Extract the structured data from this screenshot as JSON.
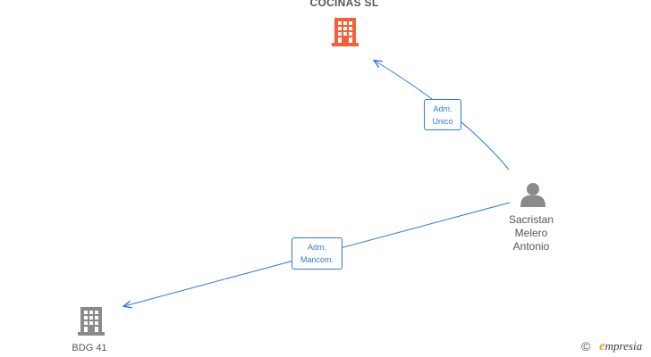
{
  "nodes": {
    "company_top": {
      "name": "COCINAS  SL",
      "icon": "building-icon",
      "color": "#f2613a"
    },
    "person": {
      "name_lines": [
        "Sacristan",
        "Melero",
        "Antonio"
      ],
      "icon": "person-icon",
      "color": "#8a8a8a"
    },
    "company_bottom": {
      "name": "BDG 41",
      "icon": "building-icon",
      "color": "#8a8a8a"
    }
  },
  "edges": [
    {
      "from": "person",
      "to": "company_top",
      "label_lines": [
        "Adm.",
        "Unico"
      ]
    },
    {
      "from": "person",
      "to": "company_bottom",
      "label_lines": [
        "Adm.",
        "Mancom."
      ]
    }
  ],
  "edge_color": "#2f7ad6",
  "footer": {
    "copyright": "©",
    "brand_initial": "e",
    "brand_rest": "mpresia"
  }
}
